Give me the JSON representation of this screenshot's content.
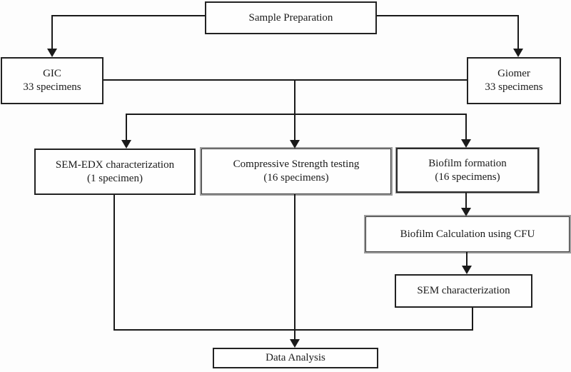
{
  "diagram": {
    "title": "Specimen workflow flowchart",
    "colors": {
      "line": "#1a1a1a",
      "box_border": "#222222",
      "gray_border": "#9b9b9b",
      "background": "#fdfdfd"
    },
    "nodes": {
      "sample_prep": {
        "label": "Sample Preparation"
      },
      "gic": {
        "line1": "GIC",
        "line2": "33 specimens"
      },
      "giomer": {
        "line1": "Giomer",
        "line2": "33 specimens"
      },
      "sem_edx": {
        "line1": "SEM-EDX characterization",
        "line2": "(1 specimen)"
      },
      "compressive": {
        "line1": "Compressive Strength testing",
        "line2": "(16 specimens)"
      },
      "biofilm_formation": {
        "line1": "Biofilm formation",
        "line2": "(16 specimens)"
      },
      "biofilm_calc": {
        "label": "Biofilm Calculation using CFU"
      },
      "sem_char": {
        "label": "SEM characterization"
      },
      "data_analysis": {
        "label": "Data Analysis"
      }
    },
    "edges": [
      "Sample Preparation -> GIC",
      "Sample Preparation -> Giomer",
      "GIC & Giomer -> SEM-EDX characterization",
      "GIC & Giomer -> Compressive Strength testing",
      "GIC & Giomer -> Biofilm formation",
      "Biofilm formation -> Biofilm Calculation using CFU",
      "Biofilm Calculation using CFU -> SEM characterization",
      "SEM-EDX characterization -> Data Analysis",
      "Compressive Strength testing -> Data Analysis",
      "SEM characterization -> Data Analysis"
    ]
  }
}
